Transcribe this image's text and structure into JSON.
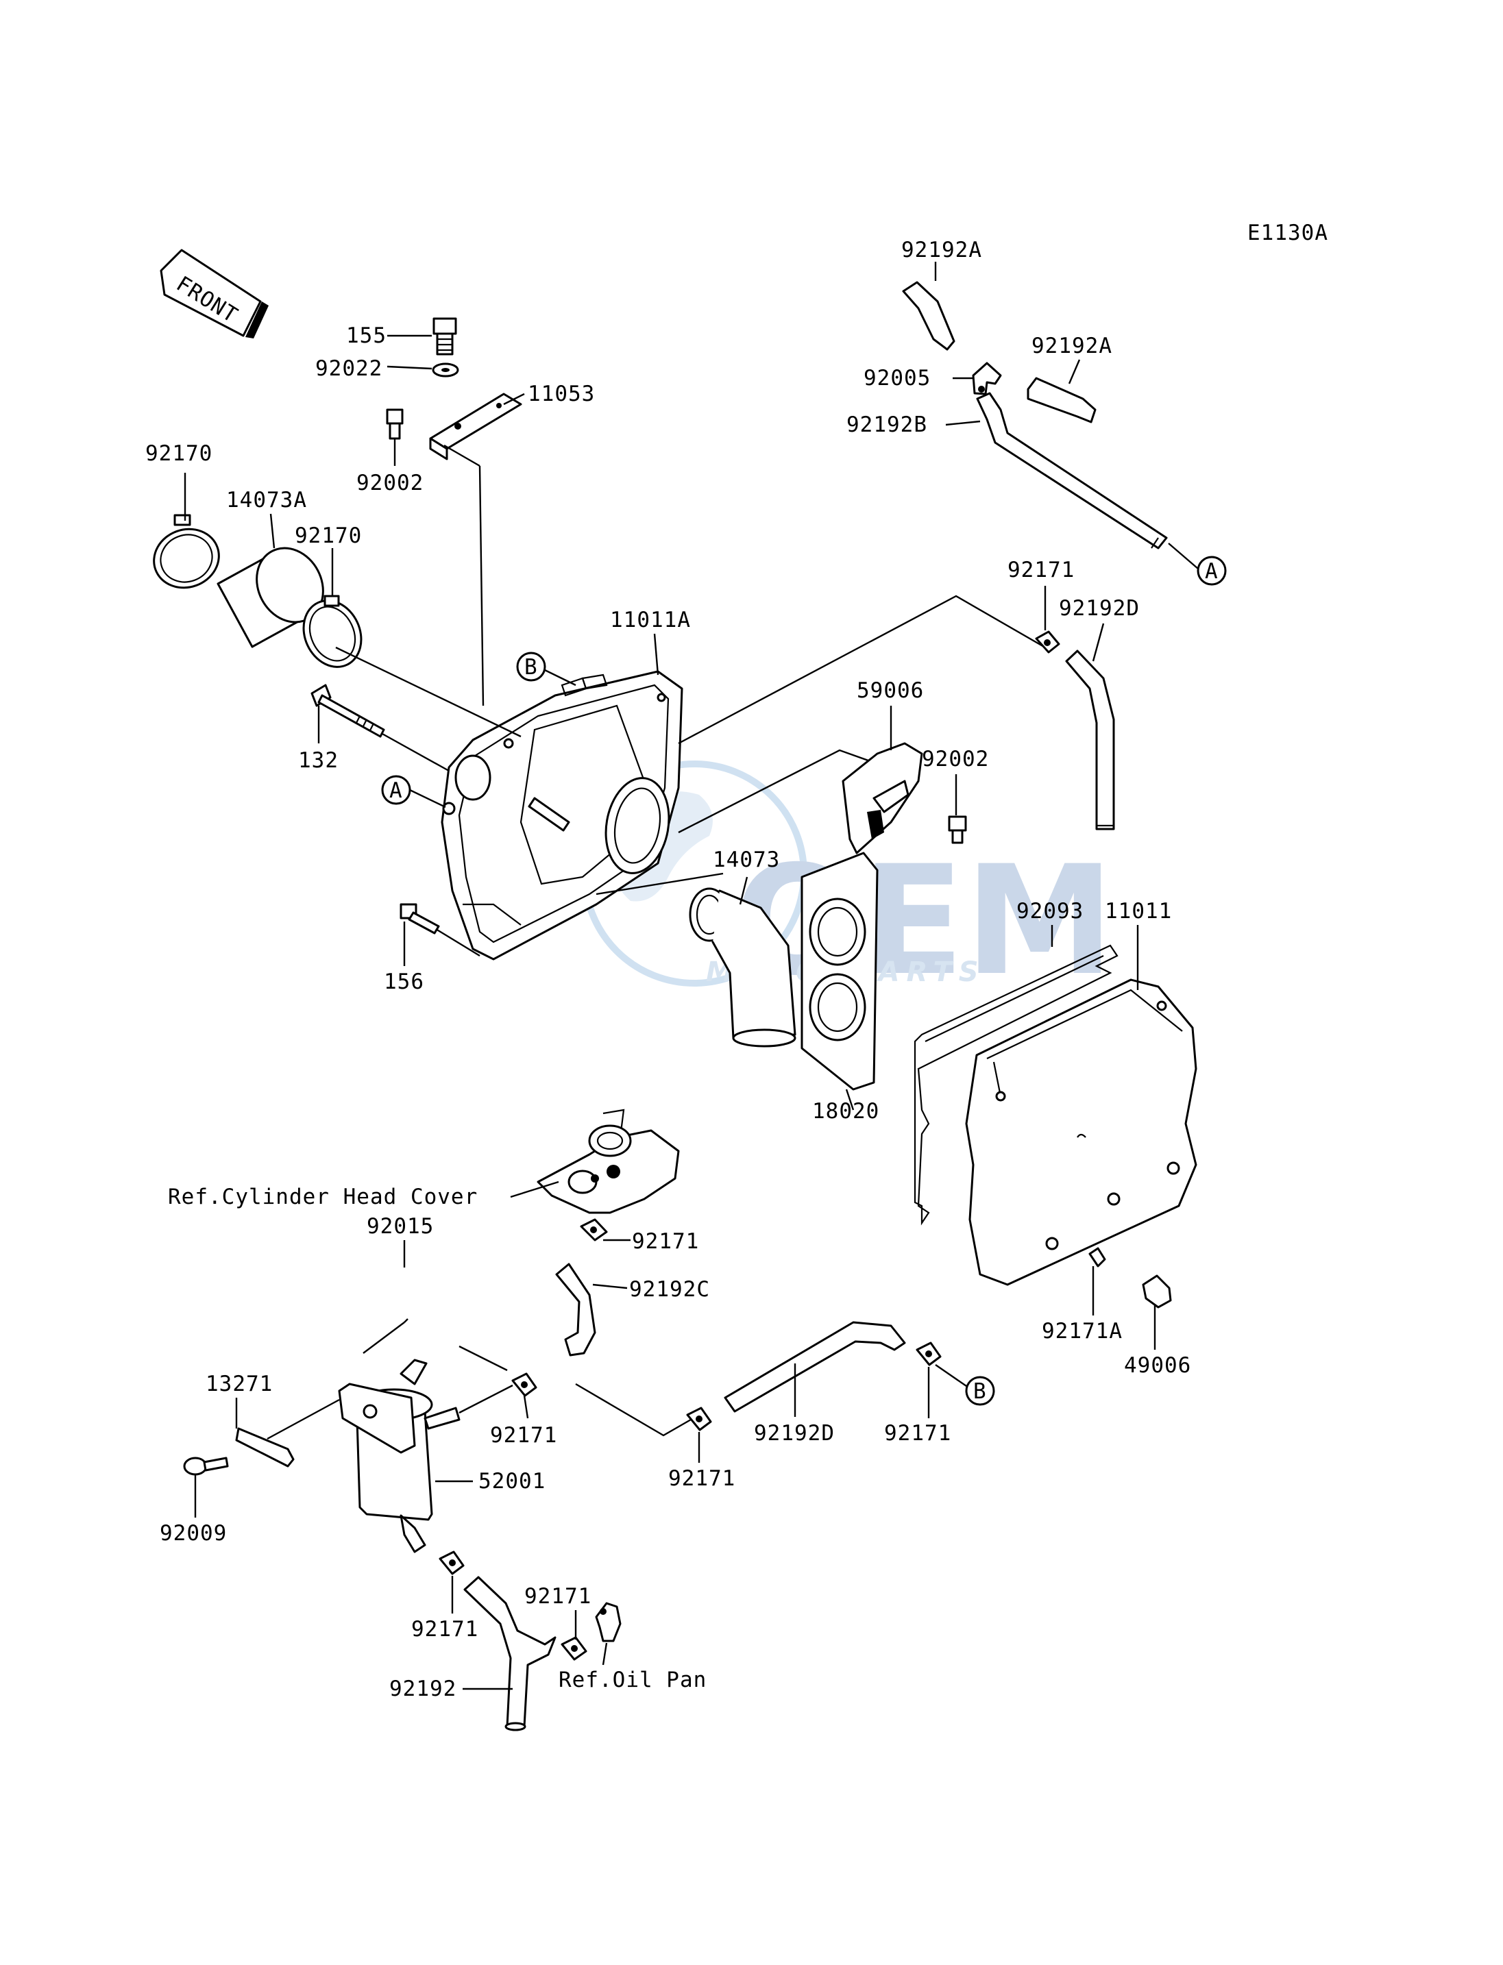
{
  "diagram_code": "E1130A",
  "front_label": "FRONT",
  "watermark": {
    "logo_text": "OEM",
    "sub_text": "MOTORPARTS",
    "color": "#9fb8d8"
  },
  "reference_markers": {
    "a": "A",
    "b": "B"
  },
  "part_labels": {
    "p92192A_top": "92192A",
    "p92192A_right": "92192A",
    "p92005": "92005",
    "p92192B": "92192B",
    "p155": "155",
    "p92022": "92022",
    "p11053": "11053",
    "p92002_top": "92002",
    "p92170_left": "92170",
    "p14073A": "14073A",
    "p92170_right": "92170",
    "p92171_top": "92171",
    "p92192D_top": "92192D",
    "p11011A": "11011A",
    "p59006": "59006",
    "p92002_mid": "92002",
    "p132": "132",
    "p14073": "14073",
    "p92093": "92093",
    "p11011": "11011",
    "p156": "156",
    "p18020": "18020",
    "ref_cylinder_head": "Ref.Cylinder Head Cover",
    "p92015": "92015",
    "p92171_mid": "92171",
    "p92192C": "92192C",
    "p92171A": "92171A",
    "p49006": "49006",
    "p13271": "13271",
    "p92171_tank": "92171",
    "p92192D_bottom": "92192D",
    "p92171_hose": "92171",
    "p92171_b": "92171",
    "p52001": "52001",
    "p92009": "92009",
    "p92171_low_left": "92171",
    "p92171_low_right": "92171",
    "p92192": "92192",
    "ref_oil_pan": "Ref.Oil Pan"
  }
}
